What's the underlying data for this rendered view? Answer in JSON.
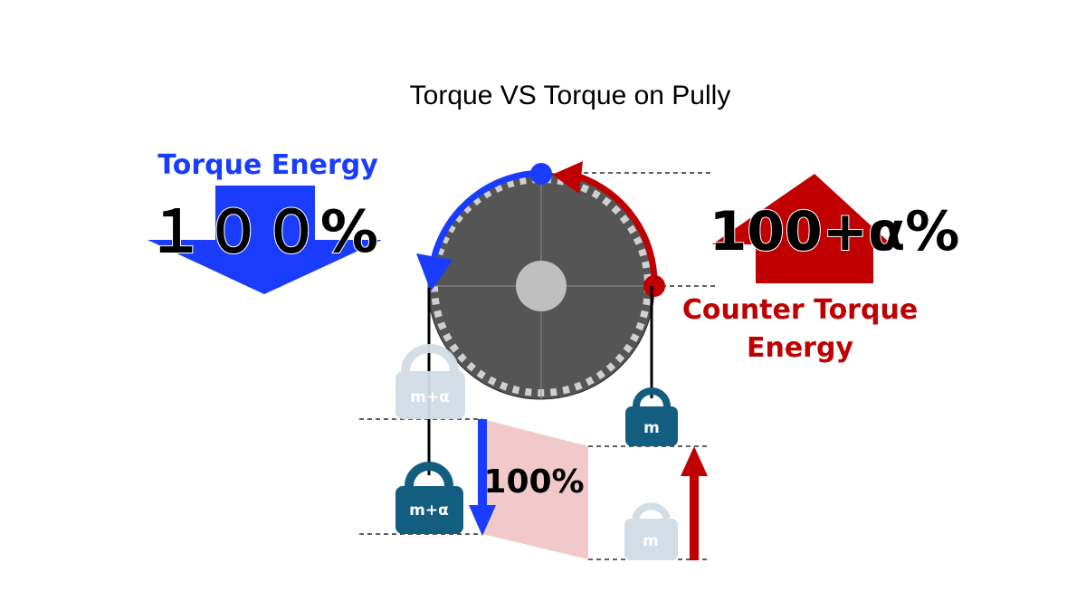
{
  "title": "Torque VS Torque on Pully",
  "left_block": {
    "label": "Torque Energy",
    "percent": "１００%",
    "color": "#1a3cff"
  },
  "right_block": {
    "label_line1": "Counter Torque",
    "label_line2": "Energy",
    "percent": "100+α%",
    "color": "#c00000"
  },
  "pulley": {
    "wheel_color": "#555555",
    "hub_color": "#bfbfbf",
    "rotation_arrow_left_color": "#1a3cff",
    "rotation_arrow_right_color": "#c00000"
  },
  "weights": {
    "left_label": "m+α",
    "left_ghost_label": "m+α",
    "right_label": "m",
    "right_ghost_label": "m",
    "solid_color": "#135e80",
    "ghost_color": "#d2dde6"
  },
  "displacement": {
    "label": "100%",
    "band_color": "#f2c9c9",
    "down_arrow_color": "#1a3cff",
    "up_arrow_color": "#c00000"
  }
}
